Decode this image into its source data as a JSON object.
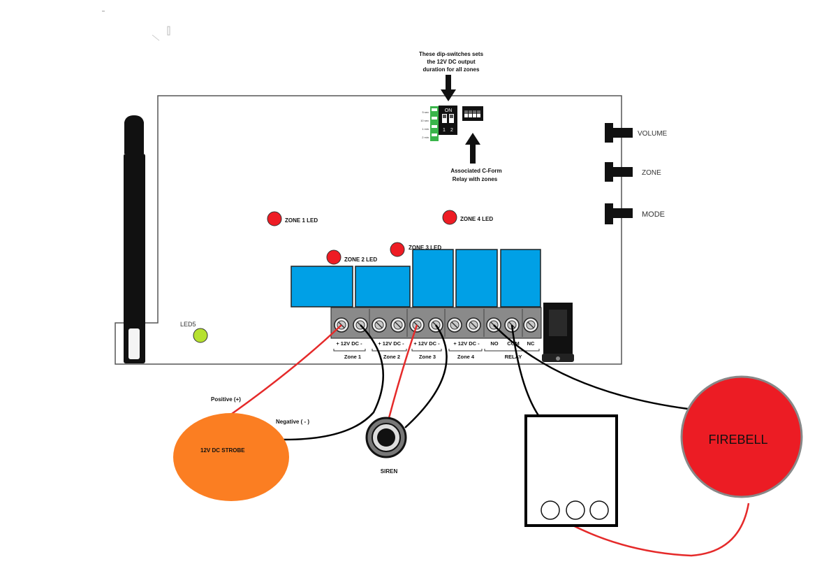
{
  "annotations": {
    "dip_note": [
      "These dip-switches sets",
      "the 12V DC output",
      "duration for all zones"
    ],
    "relay_note": [
      "Associated C-Form",
      "Relay with zones"
    ]
  },
  "dip_switch": {
    "on_label": "ON",
    "num1": "1",
    "num2": "2",
    "duration_labels": [
      "5 sec",
      "10 sec",
      "1 min",
      "2 min"
    ]
  },
  "buttons": {
    "volume": "VOLUME",
    "zone": "ZONE",
    "mode": "MODE"
  },
  "leds": {
    "zone1": "ZONE 1 LED",
    "zone2": "ZONE 2 LED",
    "zone3": "ZONE 3 LED",
    "zone4": "ZONE 4 LED",
    "led5": "LED5"
  },
  "terminals": {
    "polarity": [
      "+ 12V DC -",
      "+ 12V DC -",
      "+ 12V DC -",
      "+ 12V DC -"
    ],
    "no": "NO",
    "com": "COM",
    "nc": "NC",
    "groups": [
      "Zone 1",
      "Zone 2",
      "Zone 3",
      "Zone 4",
      "RELAY"
    ]
  },
  "wiring": {
    "positive": "Positive (+)",
    "negative": "Negative ( - )"
  },
  "devices": {
    "strobe": "12V DC STROBE",
    "siren": "SIREN",
    "firebell": "FIREBELL"
  },
  "colors": {
    "relay_blue": "#00a0e6",
    "led_red": "#ee1c24",
    "led_green": "#b6e12f",
    "strobe_orange": "#fb7e22",
    "firebell_red": "#ec1c24",
    "wire_red": "#e52a2a",
    "wire_black": "#000000",
    "dip_green": "#39b54a"
  }
}
